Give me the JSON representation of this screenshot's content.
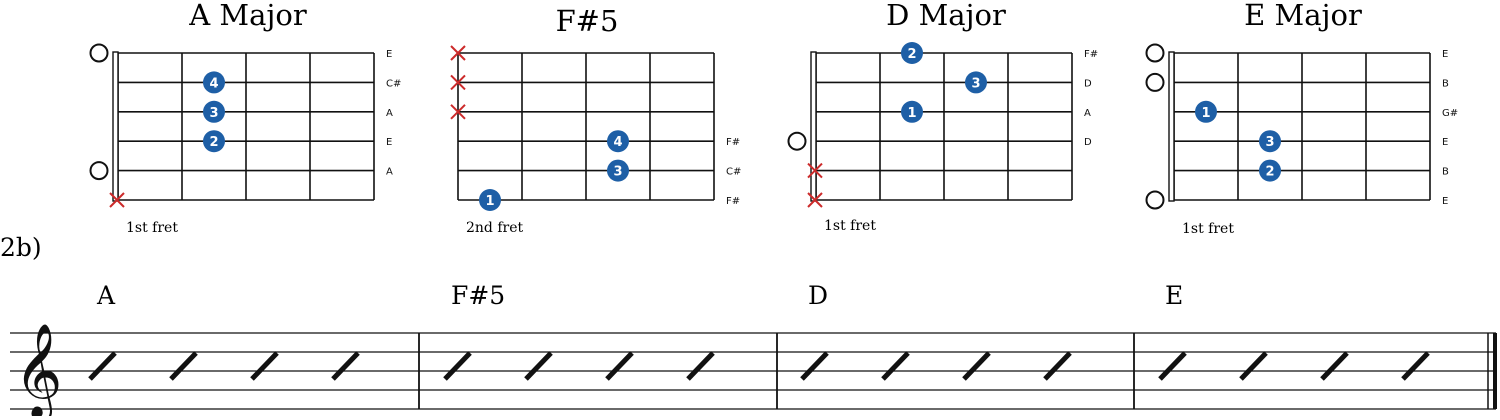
{
  "section_label": "2b)",
  "diagrams": [
    {
      "title": "A Major",
      "fret_label": "1st fret",
      "string_labels": [
        "E",
        "C#",
        "A",
        "E",
        "A",
        ""
      ],
      "open_strings": [
        6,
        2
      ],
      "muted_strings": [
        1
      ],
      "fingers": [
        {
          "string": 5,
          "fret": 2,
          "finger": "4"
        },
        {
          "string": 4,
          "fret": 2,
          "finger": "3"
        },
        {
          "string": 3,
          "fret": 2,
          "finger": "2"
        }
      ]
    },
    {
      "title": "F#5",
      "fret_label": "2nd fret",
      "string_labels": [
        "",
        "",
        "",
        "F#",
        "C#",
        "F#"
      ],
      "open_strings": [],
      "muted_strings": [
        6,
        5,
        4
      ],
      "fingers": [
        {
          "string": 3,
          "fret": 3,
          "finger": "4"
        },
        {
          "string": 2,
          "fret": 3,
          "finger": "3"
        },
        {
          "string": 1,
          "fret": 1,
          "finger": "1"
        }
      ]
    },
    {
      "title": "D Major",
      "fret_label": "1st fret",
      "string_labels": [
        "F#",
        "D",
        "A",
        "D",
        "",
        ""
      ],
      "open_strings": [
        3
      ],
      "muted_strings": [
        2,
        1
      ],
      "fingers": [
        {
          "string": 6,
          "fret": 2,
          "finger": "2"
        },
        {
          "string": 5,
          "fret": 3,
          "finger": "3"
        },
        {
          "string": 4,
          "fret": 2,
          "finger": "1"
        }
      ]
    },
    {
      "title": "E Major",
      "fret_label": "1st fret",
      "string_labels": [
        "E",
        "B",
        "G#",
        "E",
        "B",
        "E"
      ],
      "open_strings": [
        6,
        5,
        1
      ],
      "muted_strings": [],
      "fingers": [
        {
          "string": 4,
          "fret": 1,
          "finger": "1"
        },
        {
          "string": 3,
          "fret": 2,
          "finger": "3"
        },
        {
          "string": 2,
          "fret": 2,
          "finger": "2"
        }
      ]
    }
  ],
  "staff": {
    "measures": [
      {
        "chord": "A",
        "slashes": 4
      },
      {
        "chord": "F#5",
        "slashes": 4
      },
      {
        "chord": "D",
        "slashes": 4
      },
      {
        "chord": "E",
        "slashes": 4
      }
    ]
  },
  "colors": {
    "finger_dot": "#1e5fa6",
    "mute_x": "#cc2b2b",
    "ink": "#111111"
  }
}
